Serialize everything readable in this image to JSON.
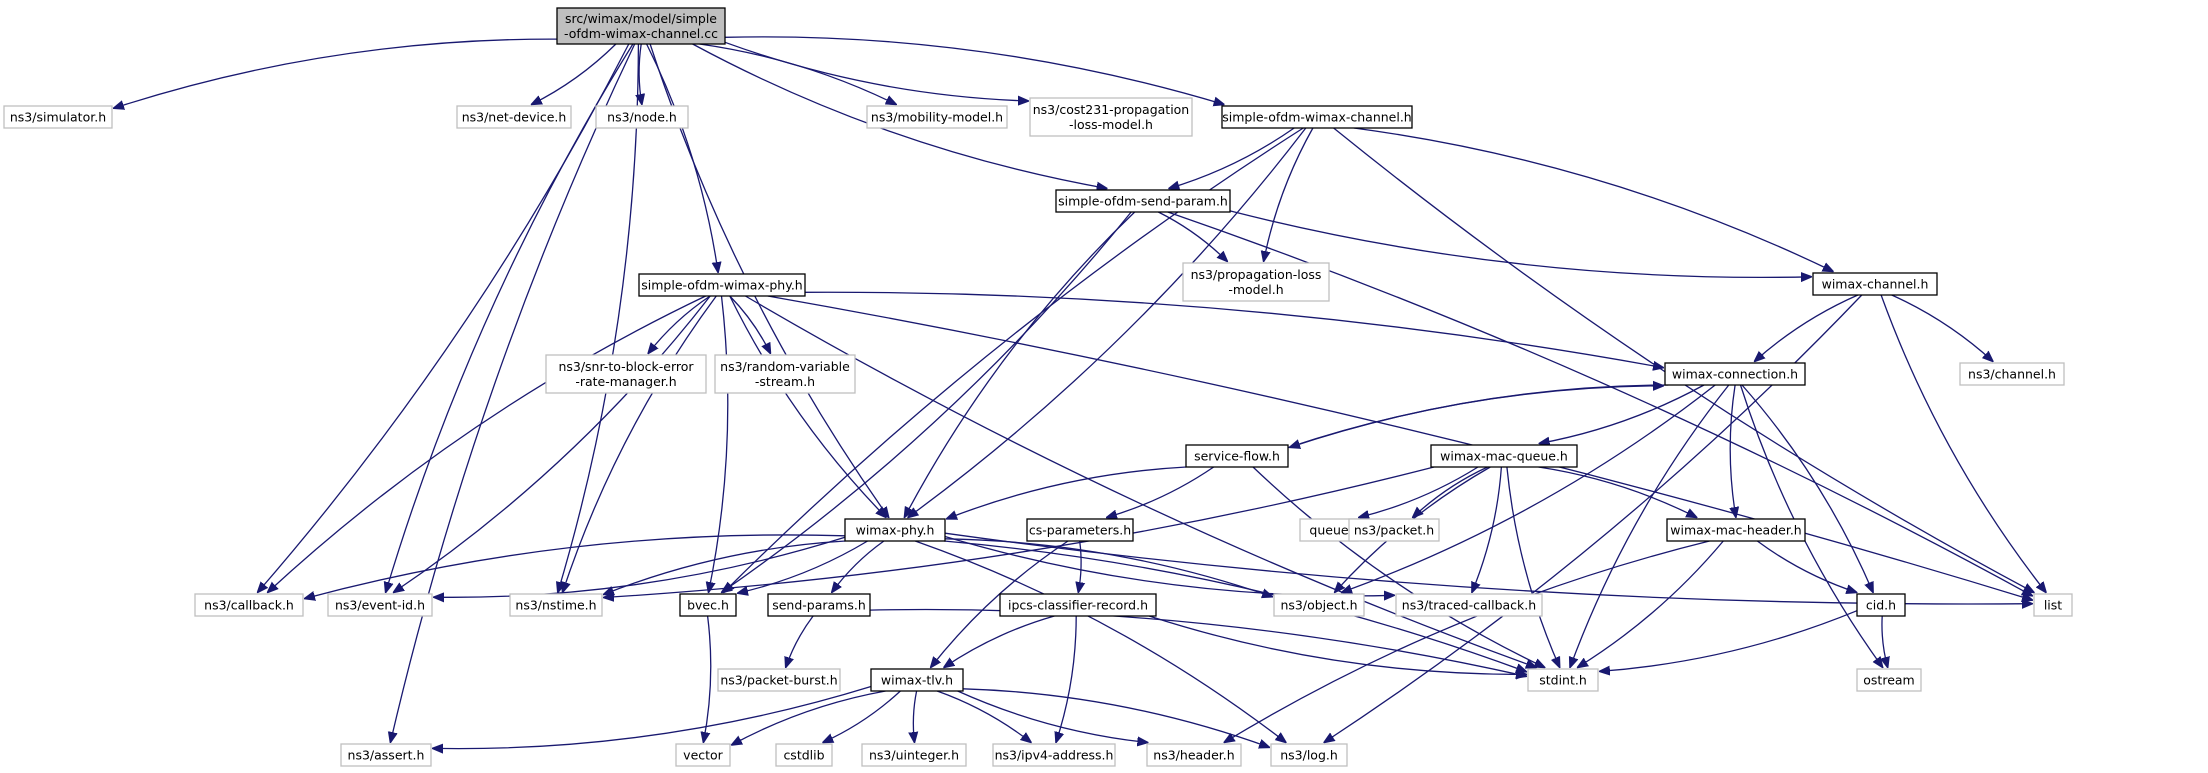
{
  "graph": {
    "title": "",
    "edge_color": "#191970",
    "root_fill": "#bfbfbf",
    "local_border": "#000000",
    "system_border": "#bfbfbf",
    "nodes": [
      {
        "id": "root",
        "label": "src/wimax/model/simple\n-ofdm-wimax-channel.cc",
        "kind": "root"
      },
      {
        "id": "simulator",
        "label": "ns3/simulator.h",
        "kind": "system"
      },
      {
        "id": "netdevice",
        "label": "ns3/net-device.h",
        "kind": "system"
      },
      {
        "id": "node",
        "label": "ns3/node.h",
        "kind": "system"
      },
      {
        "id": "mobility",
        "label": "ns3/mobility-model.h",
        "kind": "system"
      },
      {
        "id": "cost231",
        "label": "ns3/cost231-propagation\n-loss-model.h",
        "kind": "system"
      },
      {
        "id": "sowch",
        "label": "simple-ofdm-wimax-channel.h",
        "kind": "local"
      },
      {
        "id": "sosp",
        "label": "simple-ofdm-send-param.h",
        "kind": "local"
      },
      {
        "id": "proploss",
        "label": "ns3/propagation-loss\n-model.h",
        "kind": "system"
      },
      {
        "id": "wchan",
        "label": "wimax-channel.h",
        "kind": "local"
      },
      {
        "id": "sowphy",
        "label": "simple-ofdm-wimax-phy.h",
        "kind": "local"
      },
      {
        "id": "snr",
        "label": "ns3/snr-to-block-error\n-rate-manager.h",
        "kind": "system"
      },
      {
        "id": "randvar",
        "label": "ns3/random-variable\n-stream.h",
        "kind": "system"
      },
      {
        "id": "channel",
        "label": "ns3/channel.h",
        "kind": "system"
      },
      {
        "id": "wconn",
        "label": "wimax-connection.h",
        "kind": "local"
      },
      {
        "id": "sflow",
        "label": "service-flow.h",
        "kind": "local"
      },
      {
        "id": "wmq",
        "label": "wimax-mac-queue.h",
        "kind": "local"
      },
      {
        "id": "queue",
        "label": "queue",
        "kind": "system"
      },
      {
        "id": "packet",
        "label": "ns3/packet.h",
        "kind": "system"
      },
      {
        "id": "wphy",
        "label": "wimax-phy.h",
        "kind": "local"
      },
      {
        "id": "csparam",
        "label": "cs-parameters.h",
        "kind": "local"
      },
      {
        "id": "wmh",
        "label": "wimax-mac-header.h",
        "kind": "local"
      },
      {
        "id": "callback",
        "label": "ns3/callback.h",
        "kind": "system"
      },
      {
        "id": "eventid",
        "label": "ns3/event-id.h",
        "kind": "system"
      },
      {
        "id": "nstime",
        "label": "ns3/nstime.h",
        "kind": "system"
      },
      {
        "id": "bvec",
        "label": "bvec.h",
        "kind": "local"
      },
      {
        "id": "sendparams",
        "label": "send-params.h",
        "kind": "local"
      },
      {
        "id": "ipcs",
        "label": "ipcs-classifier-record.h",
        "kind": "local"
      },
      {
        "id": "object",
        "label": "ns3/object.h",
        "kind": "system"
      },
      {
        "id": "traced",
        "label": "ns3/traced-callback.h",
        "kind": "system"
      },
      {
        "id": "cid",
        "label": "cid.h",
        "kind": "local"
      },
      {
        "id": "list",
        "label": "list",
        "kind": "system"
      },
      {
        "id": "pktburst",
        "label": "ns3/packet-burst.h",
        "kind": "system"
      },
      {
        "id": "wtlv",
        "label": "wimax-tlv.h",
        "kind": "local"
      },
      {
        "id": "stdint",
        "label": "stdint.h",
        "kind": "system"
      },
      {
        "id": "ostream",
        "label": "ostream",
        "kind": "system"
      },
      {
        "id": "assert",
        "label": "ns3/assert.h",
        "kind": "system"
      },
      {
        "id": "vector",
        "label": "vector",
        "kind": "system"
      },
      {
        "id": "cstdlib",
        "label": "cstdlib",
        "kind": "system"
      },
      {
        "id": "uinteger",
        "label": "ns3/uinteger.h",
        "kind": "system"
      },
      {
        "id": "ipv4",
        "label": "ns3/ipv4-address.h",
        "kind": "system"
      },
      {
        "id": "header",
        "label": "ns3/header.h",
        "kind": "system"
      },
      {
        "id": "log",
        "label": "ns3/log.h",
        "kind": "system"
      }
    ],
    "edges": [
      [
        "root",
        "simulator"
      ],
      [
        "root",
        "netdevice"
      ],
      [
        "root",
        "node"
      ],
      [
        "root",
        "mobility"
      ],
      [
        "root",
        "cost231"
      ],
      [
        "root",
        "sowch"
      ],
      [
        "root",
        "sosp"
      ],
      [
        "root",
        "sowphy"
      ],
      [
        "root",
        "wphy"
      ],
      [
        "root",
        "callback"
      ],
      [
        "root",
        "eventid"
      ],
      [
        "root",
        "nstime"
      ],
      [
        "root",
        "assert"
      ],
      [
        "sowch",
        "sosp"
      ],
      [
        "sowch",
        "proploss"
      ],
      [
        "sowch",
        "wchan"
      ],
      [
        "sowch",
        "bvec"
      ],
      [
        "sowch",
        "wphy"
      ],
      [
        "sowch",
        "list"
      ],
      [
        "sosp",
        "proploss"
      ],
      [
        "sosp",
        "wchan"
      ],
      [
        "sosp",
        "bvec"
      ],
      [
        "sosp",
        "wphy"
      ],
      [
        "sosp",
        "list"
      ],
      [
        "wchan",
        "wconn"
      ],
      [
        "wchan",
        "channel"
      ],
      [
        "wchan",
        "list"
      ],
      [
        "wchan",
        "log"
      ],
      [
        "sowphy",
        "snr"
      ],
      [
        "sowphy",
        "randvar"
      ],
      [
        "sowphy",
        "wphy"
      ],
      [
        "sowphy",
        "wconn"
      ],
      [
        "sowphy",
        "callback"
      ],
      [
        "sowphy",
        "eventid"
      ],
      [
        "sowphy",
        "nstime"
      ],
      [
        "sowphy",
        "bvec"
      ],
      [
        "sowphy",
        "stdint"
      ],
      [
        "sowphy",
        "list"
      ],
      [
        "wconn",
        "sflow"
      ],
      [
        "wconn",
        "wmq"
      ],
      [
        "wconn",
        "wmh"
      ],
      [
        "wconn",
        "object"
      ],
      [
        "wconn",
        "stdint"
      ],
      [
        "wconn",
        "cid"
      ],
      [
        "wconn",
        "ostream"
      ],
      [
        "sflow",
        "wconn"
      ],
      [
        "sflow",
        "wphy"
      ],
      [
        "sflow",
        "csparam"
      ],
      [
        "sflow",
        "stdint"
      ],
      [
        "wmq",
        "queue"
      ],
      [
        "wmq",
        "packet"
      ],
      [
        "wmq",
        "wmh"
      ],
      [
        "wmq",
        "object"
      ],
      [
        "wmq",
        "traced"
      ],
      [
        "wmq",
        "stdint"
      ],
      [
        "wmq",
        "nstime"
      ],
      [
        "wphy",
        "callback"
      ],
      [
        "wphy",
        "eventid"
      ],
      [
        "wphy",
        "nstime"
      ],
      [
        "wphy",
        "bvec"
      ],
      [
        "wphy",
        "sendparams"
      ],
      [
        "wphy",
        "object"
      ],
      [
        "wphy",
        "traced"
      ],
      [
        "wphy",
        "stdint"
      ],
      [
        "wphy",
        "list"
      ],
      [
        "wphy",
        "log"
      ],
      [
        "csparam",
        "wtlv"
      ],
      [
        "csparam",
        "ipcs"
      ],
      [
        "wmh",
        "cid"
      ],
      [
        "wmh",
        "stdint"
      ],
      [
        "wmh",
        "header"
      ],
      [
        "bvec",
        "vector"
      ],
      [
        "sendparams",
        "pktburst"
      ],
      [
        "sendparams",
        "stdint"
      ],
      [
        "ipcs",
        "wtlv"
      ],
      [
        "ipcs",
        "ipv4"
      ],
      [
        "ipcs",
        "stdint"
      ],
      [
        "cid",
        "stdint"
      ],
      [
        "cid",
        "ostream"
      ],
      [
        "wtlv",
        "assert"
      ],
      [
        "wtlv",
        "vector"
      ],
      [
        "wtlv",
        "cstdlib"
      ],
      [
        "wtlv",
        "uinteger"
      ],
      [
        "wtlv",
        "ipv4"
      ],
      [
        "wtlv",
        "header"
      ],
      [
        "wtlv",
        "log"
      ]
    ]
  }
}
